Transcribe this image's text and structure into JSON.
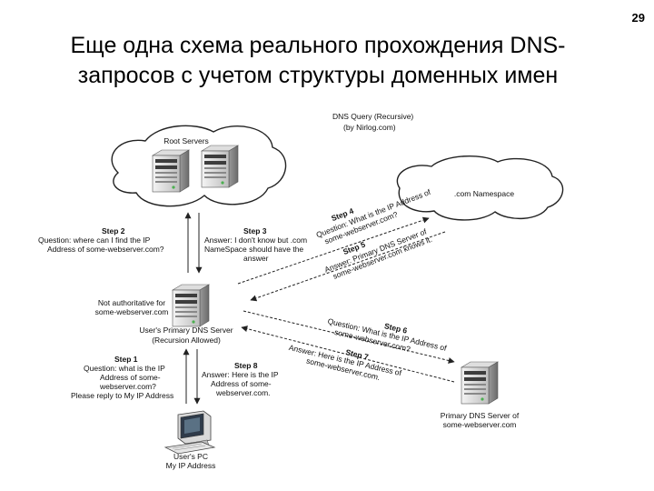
{
  "slide": {
    "number": "29",
    "title_line1": "Еще одна схема реального прохождения DNS-",
    "title_line2": "запросов с учетом структуры доменных имен"
  },
  "diagram": {
    "header_line1": "DNS Query (Recursive)",
    "header_line2": "(by Nirlog.com)",
    "root_servers": "Root Servers",
    "com_namespace": ".com Namespace",
    "not_authoritative_line1": "Not authoritative for",
    "not_authoritative_line2": "some-webserver.com",
    "primary_dns_line1": "User's Primary DNS Server",
    "primary_dns_line2": "(Recursion Allowed)",
    "remote_dns_line1": "Primary DNS Server of",
    "remote_dns_line2": "some-webserver.com",
    "user_pc_line1": "User's PC",
    "user_pc_line2": "My IP Address",
    "step1": {
      "title": "Step 1",
      "line1": "Question: what is the IP",
      "line2": "Address of some-",
      "line3": "webserver.com?",
      "line4": "Please reply to My IP Address"
    },
    "step2": {
      "title": "Step 2",
      "line1": "Question: where can I find the IP",
      "line2": "Address of some-webserver.com?"
    },
    "step3": {
      "title": "Step 3",
      "line1": "Answer: I don't know but .com",
      "line2": "NameSpace should have the",
      "line3": "answer"
    },
    "step4": {
      "title": "Step 4",
      "line1": "Question: What is the IP Address of",
      "line2": "some-webserver.com?"
    },
    "step5": {
      "title": "Step 5",
      "line1": "Answer: Primary DNS Server of",
      "line2": "some-webserver.com knows it."
    },
    "step6": {
      "title": "Step 6",
      "line1": "Question: What is the IP Address of",
      "line2": "some-webserver.com?"
    },
    "step7": {
      "title": "Step 7",
      "line1": "Answer: Here is the IP Address of",
      "line2": "some-webserver.com."
    },
    "step8": {
      "title": "Step 8",
      "line1": "Answer: Here is the IP",
      "line2": "Address of some-",
      "line3": "webserver.com."
    }
  }
}
